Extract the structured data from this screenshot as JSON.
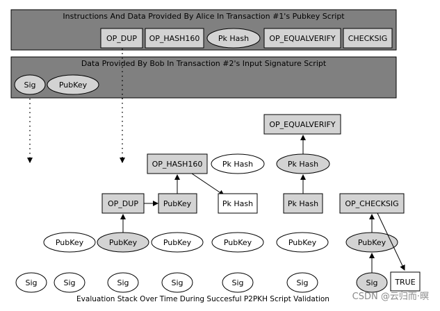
{
  "panels": {
    "alice_title": "Instructions And Data Provided By Alice In Transaction #1's Pubkey Script",
    "bob_title": "Data Provided By Bob In Transaction #2's Input Signature Script"
  },
  "alice_items": [
    "OP_DUP",
    "OP_HASH160",
    "Pk Hash",
    "OP_EQUALVERIFY",
    "CHECKSIG"
  ],
  "bob_items": [
    "Sig",
    "PubKey"
  ],
  "labels": {
    "sig": "Sig",
    "pubkey": "PubKey",
    "pkhash": "Pk Hash",
    "op_dup": "OP_DUP",
    "op_hash160": "OP_HASH160",
    "op_equalverify": "OP_EQUALVERIFY",
    "op_checksig": "OP_CHECKSIG",
    "true": "TRUE"
  },
  "caption": "Evaluation Stack Over Time During Succesful P2PKH Script Validation",
  "watermark": "CSDN @云归而·暝",
  "colors": {
    "panel_fill": "#808080",
    "highlight_fill": "#d3d3d3",
    "white": "#ffffff",
    "stroke": "#000000"
  }
}
